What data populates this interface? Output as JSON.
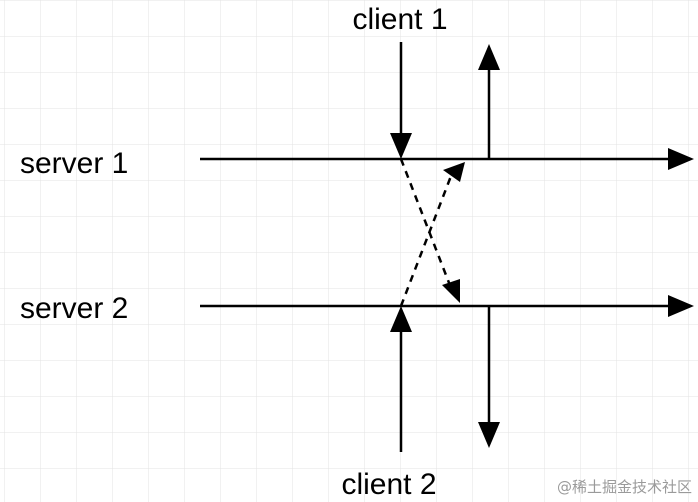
{
  "labels": {
    "client1": "client 1",
    "client2": "client 2",
    "server1": "server 1",
    "server2": "server 2"
  },
  "watermark": "@稀土掘金技术社区",
  "colors": {
    "stroke": "#000000",
    "grid": "#e3e3e3",
    "background": "#ffffff",
    "watermark": "#9a9a9a"
  }
}
